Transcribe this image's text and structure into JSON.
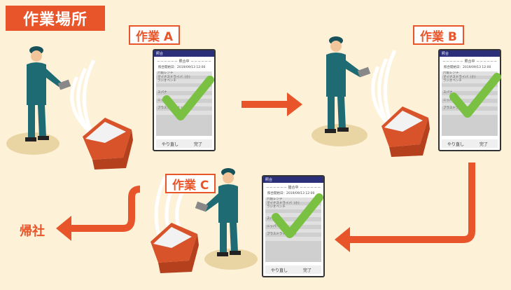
{
  "title": "作業場所",
  "tasks": [
    {
      "label": "作業 A"
    },
    {
      "label": "作業 B"
    },
    {
      "label": "作業 C"
    }
  ],
  "return_label": "帰社",
  "phone": {
    "header": "照合",
    "status_ab": "－－－－－－ 照合中 －－－－－－",
    "status_c": "－－－－－－ 揺合中 －－－－－－",
    "date": "照合開始日：2019/09/13 12:00",
    "items": [
      "六角レンチ",
      "マイナスドライバ（小）",
      "ラジオペンチ",
      "",
      "",
      "スパナ",
      "",
      "ニッパー",
      "",
      "プラスドライバ（大）",
      "",
      ""
    ],
    "redo_label": "やり直し",
    "done_label": "完了"
  },
  "colors": {
    "accent": "#e8552a",
    "check": "#7ac143",
    "worker": "#1f6b74",
    "background": "#fdf1d8"
  }
}
